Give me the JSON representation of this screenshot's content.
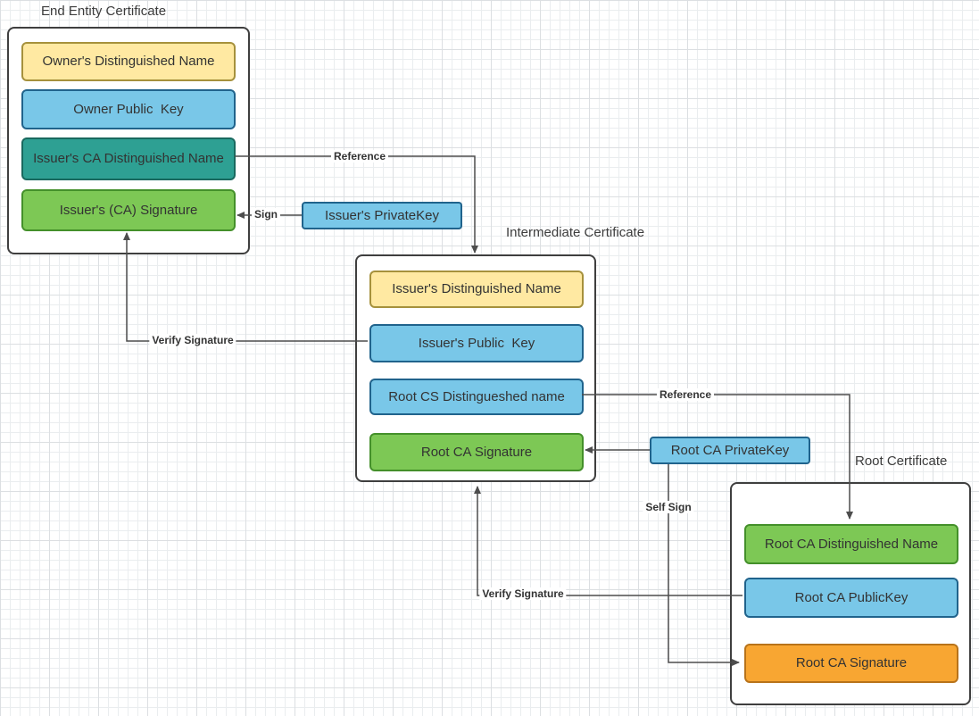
{
  "palette": {
    "yellow_fill": "#FFE9A2",
    "blue_fill": "#79C7E8",
    "teal_fill": "#2EA093",
    "green_fill": "#7DC855",
    "orange_fill": "#F8A632",
    "edge_stroke": "#4D4D4D",
    "container_border": "#3F3F3F"
  },
  "certificates": [
    {
      "title": "End Entity Certificate",
      "fields": [
        {
          "label": "Owner's Distinguished Name",
          "color": "yellow"
        },
        {
          "label": "Owner Public  Key",
          "color": "blue"
        },
        {
          "label": "Issuer's CA Distinguished Name",
          "color": "teal"
        },
        {
          "label": "Issuer's (CA) Signature",
          "color": "green"
        }
      ]
    },
    {
      "title": "Intermediate Certificate",
      "fields": [
        {
          "label": "Issuer's Distinguished Name",
          "color": "yellow"
        },
        {
          "label": "Issuer's Public  Key",
          "color": "blue"
        },
        {
          "label": "Root CS Distingueshed name",
          "color": "blue"
        },
        {
          "label": "Root CA Signature",
          "color": "green"
        }
      ]
    },
    {
      "title": "Root Certificate",
      "fields": [
        {
          "label": "Root CA Distinguished Name",
          "color": "green"
        },
        {
          "label": "Root CA PublicKey",
          "color": "blue"
        },
        {
          "label": "Root CA Signature",
          "color": "orange"
        }
      ]
    }
  ],
  "keys": [
    {
      "label": "Issuer's PrivateKey"
    },
    {
      "label": "Root CA PrivateKey"
    }
  ],
  "edges": [
    {
      "label": "Reference",
      "from": "Issuer's CA Distinguished Name",
      "to": "Intermediate Certificate"
    },
    {
      "label": "Sign",
      "from": "Issuer's PrivateKey",
      "to": "Issuer's (CA) Signature"
    },
    {
      "label": "Verify Signature",
      "from": "Issuer's Public  Key",
      "to": "Issuer's (CA) Signature"
    },
    {
      "label": "Reference",
      "from": "Root CS Distingueshed name",
      "to": "Root CA Distinguished Name"
    },
    {
      "label": "",
      "from": "Root CA PrivateKey",
      "to": "Root CA Signature (Intermediate Certificate)"
    },
    {
      "label": "Self Sign",
      "from": "Root CA PrivateKey",
      "to": "Root CA Signature (Root Certificate)"
    },
    {
      "label": "Verify Signature",
      "from": "Root CA PublicKey",
      "to": "Root CA Signature (Intermediate Certificate)"
    }
  ]
}
